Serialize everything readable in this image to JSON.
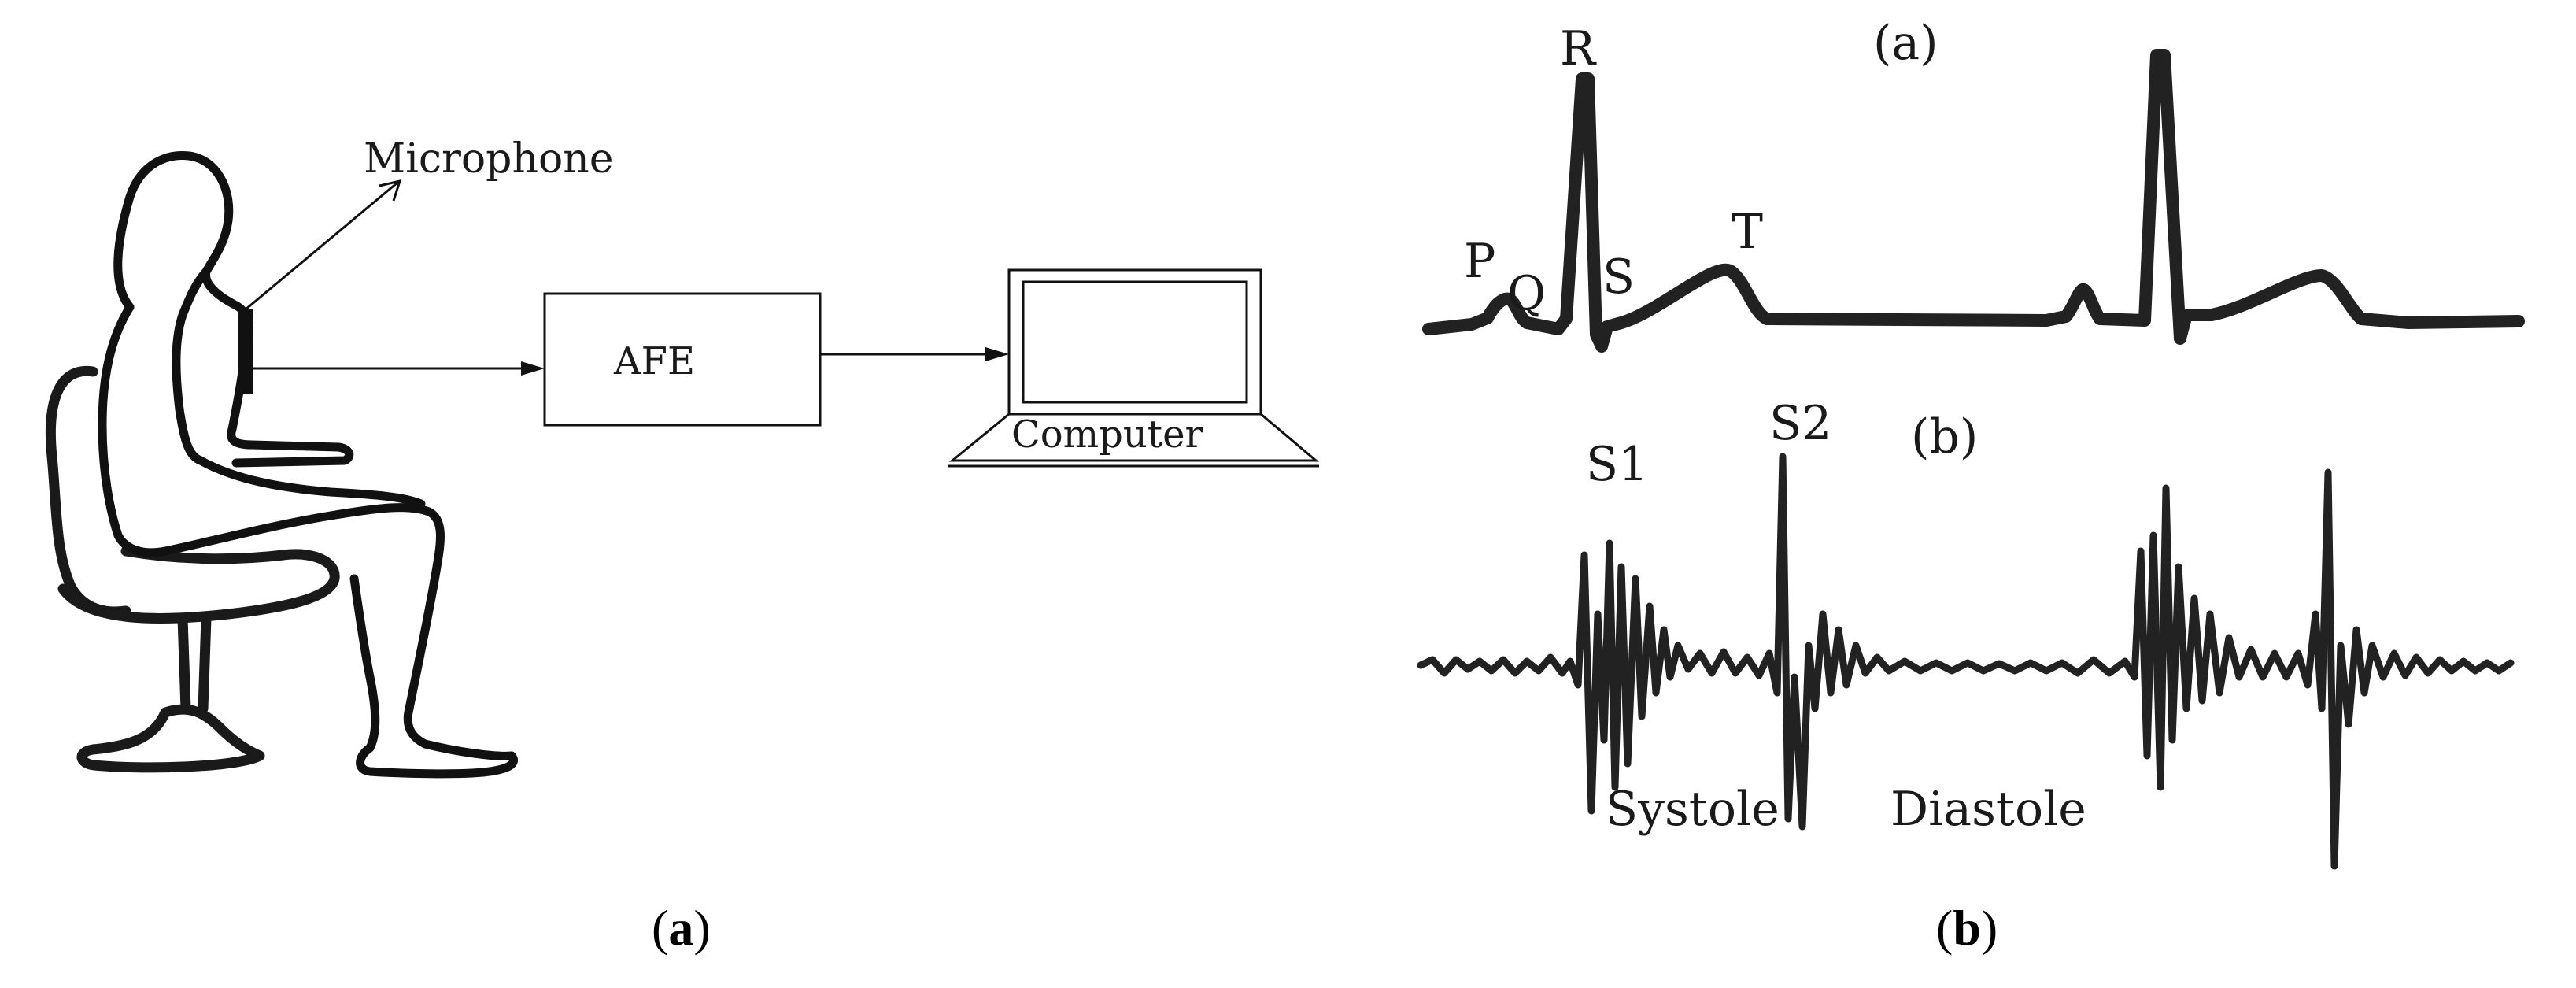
{
  "colors": {
    "ink": "#1a1a1a",
    "wave": "#222222",
    "background": "#ffffff"
  },
  "panel_a": {
    "microphone_label": "Microphone",
    "afe_label": "AFE",
    "computer_label": "Computer",
    "caption_letter": "a"
  },
  "panel_b": {
    "ecg_tag": "(a)",
    "pcg_tag": "(b)",
    "ecg_waves": {
      "p": "P",
      "q": "Q",
      "r": "R",
      "s": "S",
      "t": "T"
    },
    "pcg_sounds": {
      "s1": "S1",
      "s2": "S2"
    },
    "phases": {
      "systole": "Systole",
      "diastole": "Diastole"
    },
    "caption_letter": "b"
  },
  "icons": [
    "seated-person-icon",
    "chair-icon",
    "microphone-icon",
    "laptop-icon",
    "arrow-icon"
  ]
}
